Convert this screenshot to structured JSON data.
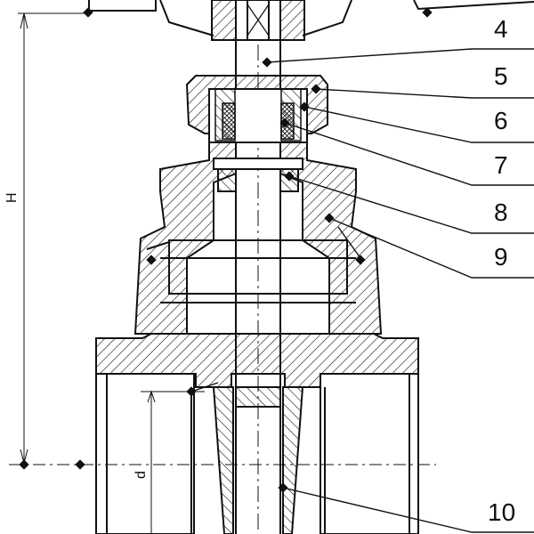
{
  "callouts": {
    "c4": "4",
    "c5": "5",
    "c6": "6",
    "c7": "7",
    "c8": "8",
    "c9": "9",
    "c10": "10"
  },
  "dimensions": {
    "height": "H",
    "diameter": "d"
  },
  "colors": {
    "line": "#111111",
    "background": "#ffffff"
  }
}
